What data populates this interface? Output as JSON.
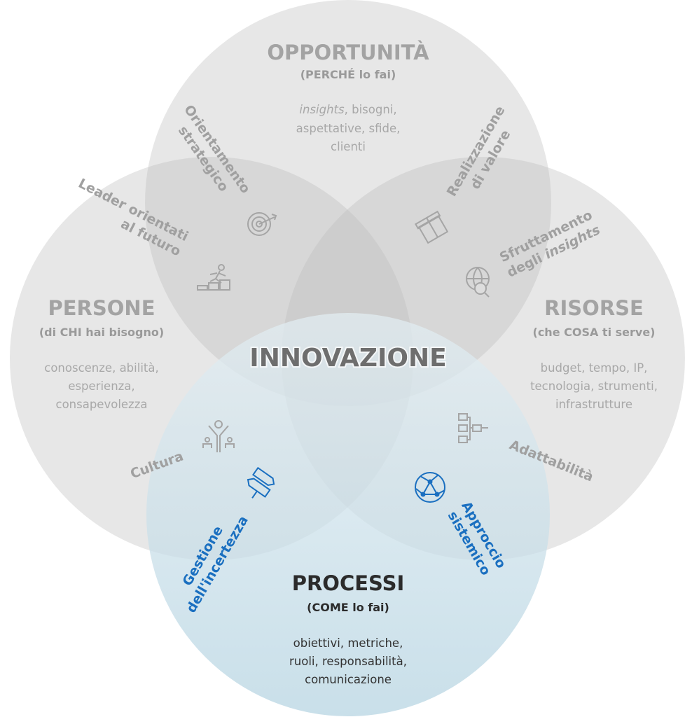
{
  "center": "INNOVAZIONE",
  "circles": {
    "opportunita": {
      "title": "OPPORTUNITÀ",
      "subtitle": "(PERCHÉ lo fai)",
      "lines": [
        "insights",
        ", bisogni,",
        "aspettative, sfide,",
        "clienti"
      ]
    },
    "persone": {
      "title": "PERSONE",
      "subtitle": "(di CHI hai bisogno)",
      "lines": [
        "conoscenze, abilità,",
        "esperienza,",
        "consapevolezza"
      ]
    },
    "risorse": {
      "title": "RISORSE",
      "subtitle": "(che COSA ti serve)",
      "lines": [
        "budget, tempo, IP,",
        "tecnologia, strumenti,",
        "infrastrutture"
      ]
    },
    "processi": {
      "title": "PROCESSI",
      "subtitle": "(COME lo fai)",
      "lines": [
        "obiettivi, metriche,",
        "ruoli, responsabilità,",
        "comunicazione"
      ]
    }
  },
  "overlaps": {
    "orientamento": [
      "Orientamento",
      "strategico"
    ],
    "realizzazione": [
      "Realizzazione",
      "di valore"
    ],
    "leader": [
      "Leader orientati",
      "al futuro"
    ],
    "sfruttamento": [
      "Sfruttamento",
      "degli ",
      "insights"
    ],
    "cultura": "Cultura",
    "adattabilita": "Adattabilità",
    "gestione": [
      "Gestione",
      "dell'incertezza"
    ],
    "approccio": [
      "Approccio",
      "sistemico"
    ]
  },
  "colors": {
    "gray_text": "#a3a3a3",
    "blue_accent": "#1a6fc0",
    "processi_fill": "#c9e0ea"
  }
}
